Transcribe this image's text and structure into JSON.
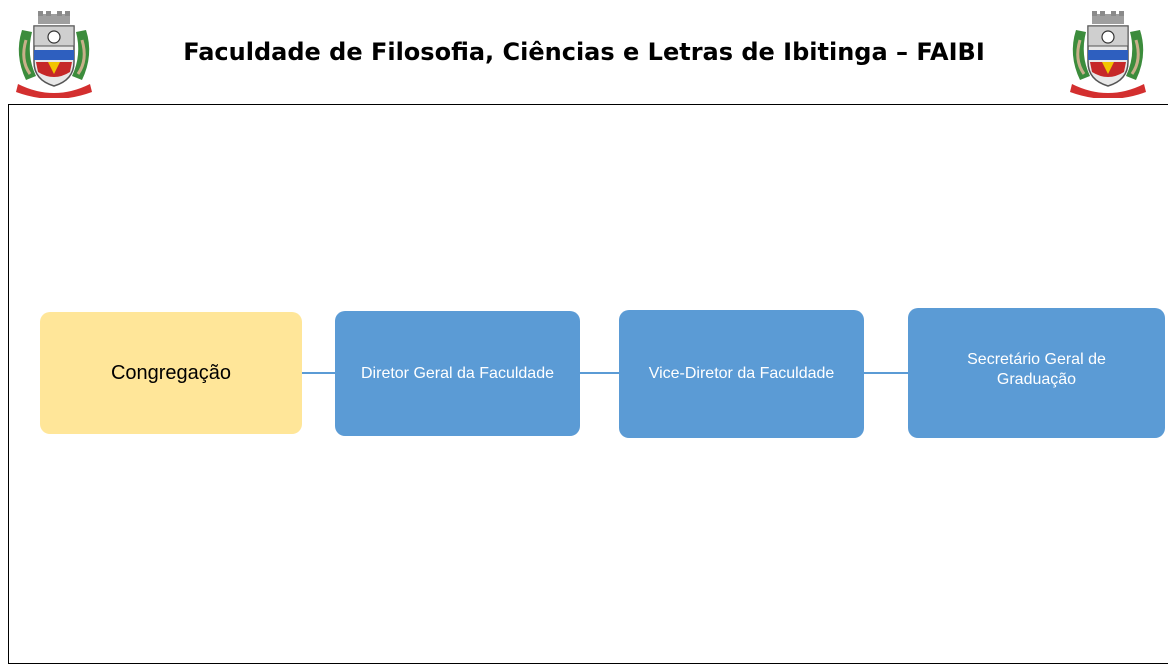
{
  "header": {
    "title": "Faculdade de Filosofia, Ciências e Letras de Ibitinga – FAIBI"
  },
  "colors": {
    "yellow_box": "#ffe699",
    "blue_box": "#5b9bd5",
    "connector": "#5b9bd5"
  },
  "org_chart": {
    "nodes": [
      {
        "label": "Congregação",
        "style": "yellow"
      },
      {
        "label": "Diretor Geral da Faculdade",
        "style": "blue"
      },
      {
        "label": "Vice-Diretor da Faculdade",
        "style": "blue"
      },
      {
        "label": "Secretário Geral de Graduação",
        "style": "blue"
      }
    ]
  }
}
